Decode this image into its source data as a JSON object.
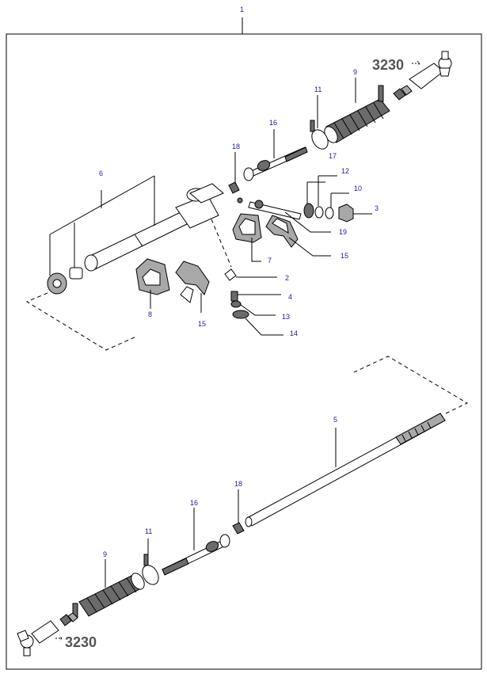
{
  "callouts": {
    "c1": "1",
    "c9a": "9",
    "c11a": "11",
    "c16a": "16",
    "c18a": "18",
    "c17": "17",
    "c12": "12",
    "c10": "10",
    "c3": "3",
    "c6": "6",
    "c19": "19",
    "c7": "7",
    "c15a": "15",
    "c2": "2",
    "c4": "4",
    "c8": "8",
    "c15b": "15",
    "c13": "13",
    "c14": "14",
    "c5": "5",
    "c18b": "18",
    "c16b": "16",
    "c11b": "11",
    "c9b": "9"
  },
  "references": {
    "top": "3230",
    "bottom": "3230"
  },
  "colors": {
    "callout": "#1a1aa0",
    "reference": "#555555"
  }
}
